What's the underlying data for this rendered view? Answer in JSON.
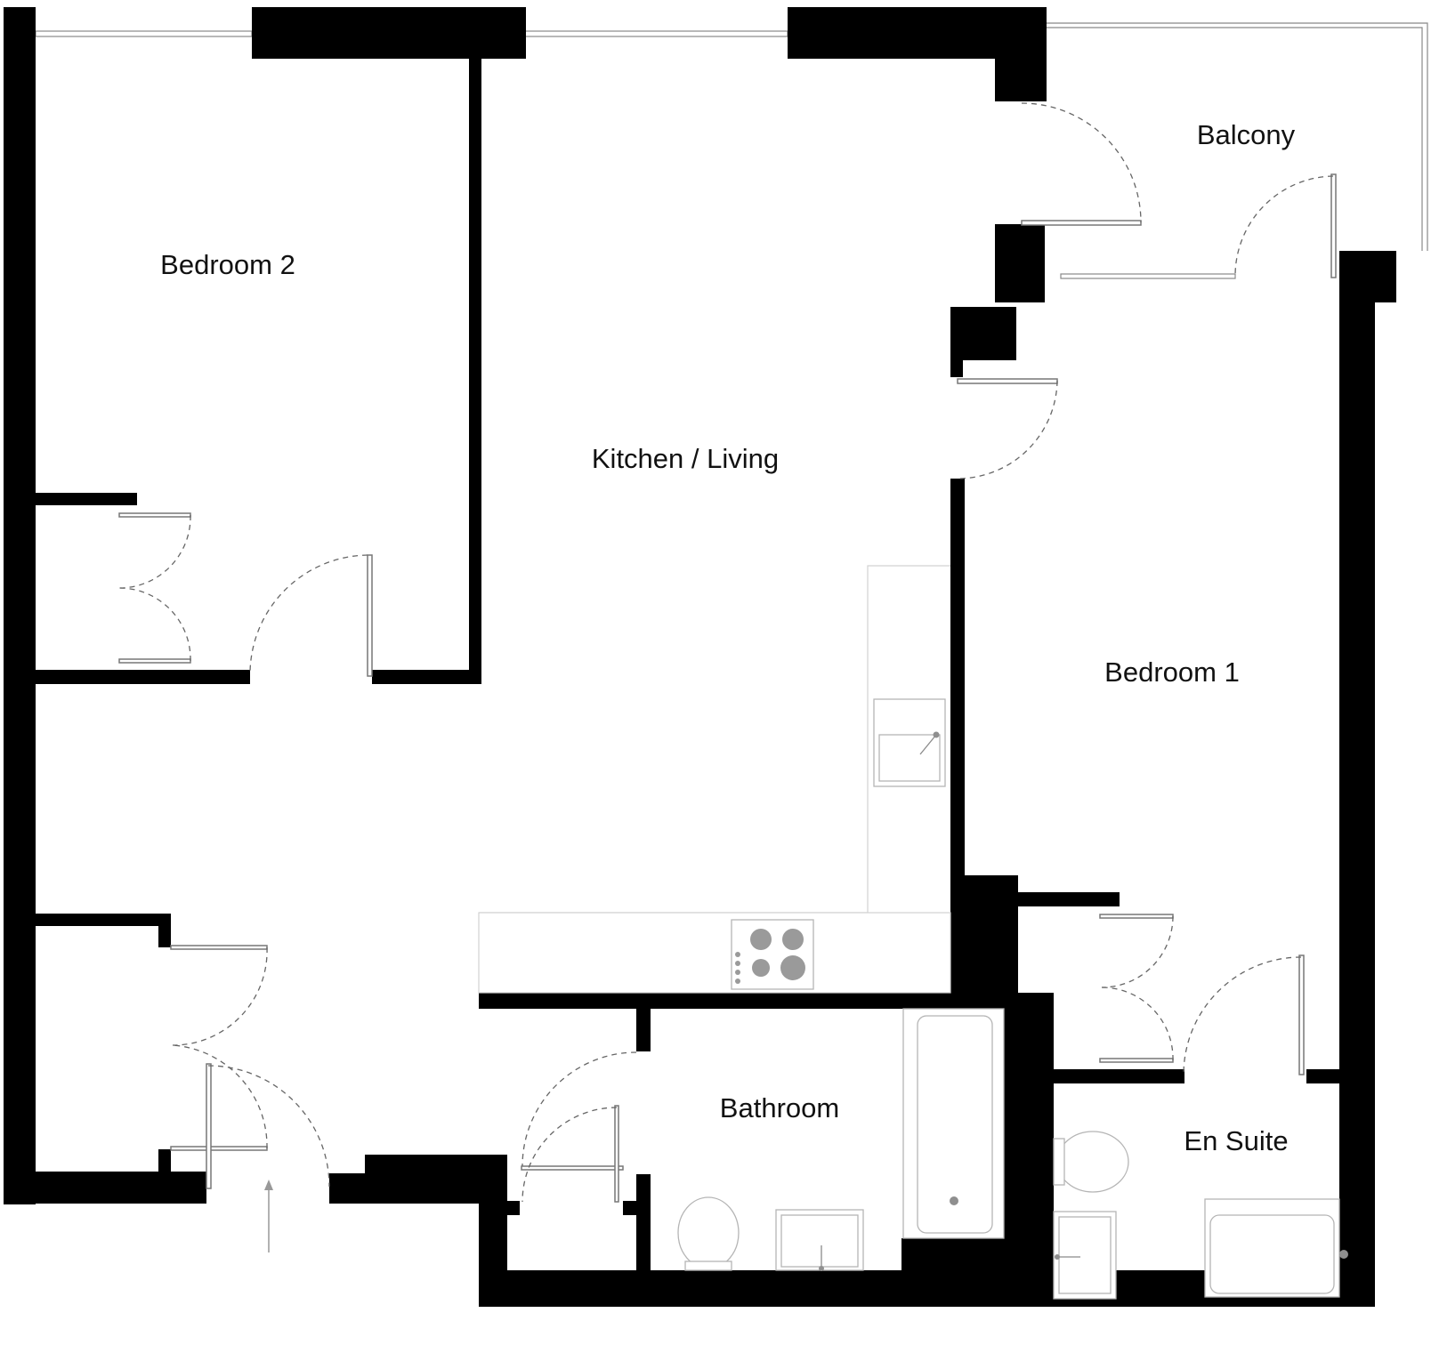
{
  "rooms": {
    "bedroom_2": "Bedroom 2",
    "kitchen_living": "Kitchen / Living",
    "balcony": "Balcony",
    "bedroom_1": "Bedroom 1",
    "bathroom": "Bathroom",
    "en_suite": "En Suite"
  },
  "colors": {
    "wall": "#000000",
    "background": "#ffffff",
    "fixture_line": "#b5b5b5",
    "door_swing": "#666666"
  }
}
